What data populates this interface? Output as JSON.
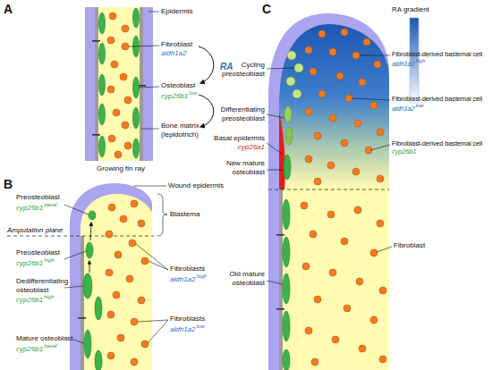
{
  "diagram": {
    "labels": [
      "A",
      "Epidermis",
      "Fibroblast",
      "aldh1a2",
      "Osteoblast",
      "cyp26b1",
      "low",
      "Bone matrix (lepidotrich)",
      "RA",
      "Growing fin ray",
      "B",
      "Wound epidermis",
      "Blastema",
      "Preosteoblast",
      "cyp26b1",
      "basal",
      "Amputation plane",
      "Preosteoblast",
      "cyp26b1",
      "high",
      "Dedifferentiating osteoblast",
      "cyp26b1",
      "high",
      "Fibroblasts",
      "aldh1a2",
      "high",
      "Fibroblasts",
      "aldh1a2",
      "low",
      "Mature osteoblast",
      "cyp26b1",
      "basal",
      "C",
      "RA gradient",
      "Cycling preosteoblast",
      "Fibroblast-derived bastemal cell",
      "aldh1a2",
      "high",
      "Differentiating preosteoblast",
      "Fibroblast-derived bastemal cell",
      "aldh1a2",
      "low",
      "Basal epidermis",
      "cyp26a1",
      "New mature osteoblast",
      "Fibroblast-derived bastemal cell",
      "cyp26b1",
      "Old mature osteoblast",
      "Fibroblast"
    ]
  }
}
